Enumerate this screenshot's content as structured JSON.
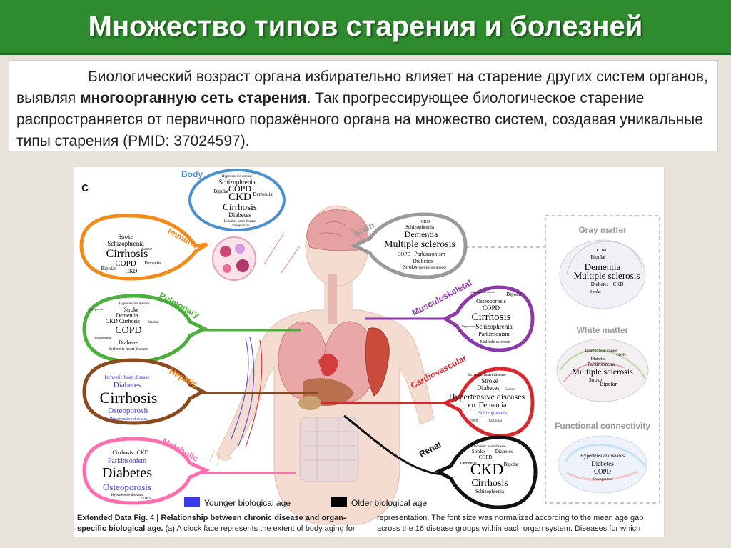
{
  "slide": {
    "title": "Множество типов старения и болезней",
    "intro_part1": "Биологический возраст органа избирательно влияет на старение других систем органов, выявляя ",
    "intro_bold": "многоорганную сеть старения",
    "intro_part2": ". Так прогрессирующее биологическое старение распространяется от первичного поражённого органа на множество систем, создавая уникальные типы старения (PMID: 37024597)."
  },
  "figure": {
    "panel_letter": "c",
    "legend": {
      "younger": "Younger biological age",
      "older": "Older biological age",
      "younger_color": "#3a3ae8",
      "older_color": "#000000"
    },
    "caption_left_bold": "Extended Data Fig. 4 | Relationship between chronic disease and organ-specific biological age.",
    "caption_left_rest": " (a) A clock face represents the extent of body aging for",
    "caption_right": "representation. The font size was normalized according to the mean age gap across the 16 disease groups within each organ system. Diseases for which",
    "organs": [
      {
        "label": "Body",
        "color": "#4a8fd0",
        "words": [
          "Hypertensive disease",
          "Schizophrenia",
          "Bipolar",
          "COPD",
          "Dementia",
          "CKD",
          "Cirrhosis",
          "Diabetes",
          "Ischemic heart disease",
          "Osteoporosis"
        ]
      },
      {
        "label": "Immune",
        "color": "#f28a1c",
        "words": [
          "Stroke",
          "Schizophrenia",
          "Cancer",
          "Cirrhosis",
          "Dementia",
          "COPD",
          "Bipolar",
          "CKD"
        ]
      },
      {
        "label": "Pulmonary",
        "color": "#4cae3c",
        "words": [
          "Hypertensive disease",
          "Stroke",
          "Dementia",
          "CKD Cirrhosis",
          "Bipolar",
          "COPD",
          "Diabetes",
          "Ischemic heart disease",
          "Osteoporosis",
          "Schizophrenia"
        ]
      },
      {
        "label": "Hepatic",
        "color": "#8b4a1c",
        "words": [
          "Ischemic heart disease",
          "Diabetes",
          "Cirrhosis",
          "Osteoporosis",
          "Hypertensive diseases"
        ]
      },
      {
        "label": "Metabolic",
        "color": "#ff6fb0",
        "words": [
          "Cirrhosis",
          "CKD",
          "Parkinsonism",
          "Diabetes",
          "Osteoporosis",
          "Hypertensive diseases",
          "COPD"
        ]
      },
      {
        "label": "Brain",
        "color": "#9a9a9a",
        "words": [
          "CKD",
          "Schizophrenia",
          "Dementia",
          "Multiple sclerosis",
          "COPD",
          "Parkinsonism",
          "Diabetes",
          "Stroke",
          "Hypertensive disease"
        ]
      },
      {
        "label": "Musculoskeletal",
        "color": "#8c3aa8",
        "words": [
          "Ischemic heart disease",
          "Bipolar",
          "Osteoporosis",
          "COPD",
          "Cirrhosis",
          "Schizophrenia",
          "Parkinsonism",
          "Multiple sclerosis",
          "Depression"
        ]
      },
      {
        "label": "Cardiovascular",
        "color": "#d8272d",
        "words": [
          "Ischemic heart disease",
          "Stroke",
          "Cancer",
          "Diabetes",
          "Hypertensive diseases",
          "CKD",
          "Dementia",
          "Schizophrenia",
          "COPD",
          "Cirrhosis"
        ]
      },
      {
        "label": "Renal",
        "color": "#111111",
        "words": [
          "Ischemic heart disease",
          "Stroke",
          "Diabetes",
          "COPD",
          "Dementia",
          "Bipolar",
          "CKD",
          "Cirrhosis",
          "Schizophrenia"
        ]
      }
    ],
    "brain_panels": [
      {
        "title": "Gray matter",
        "words": [
          "COPD",
          "Bipolar",
          "Dementia",
          "Multiple sclerosis",
          "Diabetes",
          "CKD",
          "Stroke"
        ]
      },
      {
        "title": "White matter",
        "words": [
          "Ischemic heart disease",
          "COPD",
          "Diabetes",
          "Parkinsonism",
          "Multiple sclerosis",
          "Stroke",
          "Bipolar"
        ]
      },
      {
        "title": "Functional connectivity",
        "words": [
          "Hypertensive diseases",
          "Diabetes",
          "COPD",
          "Osteoporosis"
        ]
      }
    ]
  }
}
